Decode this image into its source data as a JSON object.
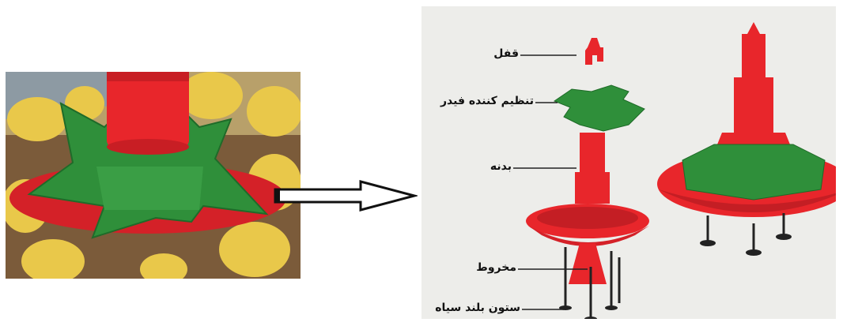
{
  "labels": {
    "lock": "قفل",
    "feeder_adjuster": "تنظیم کننده فیدر",
    "body": "بدنه",
    "cone": "مخروط",
    "black_leg": "ستون بلند سیاه"
  },
  "colors": {
    "red": "#e8262b",
    "green": "#2f8f3a",
    "panel_bg": "#ededea",
    "litter": "#8a6a45",
    "chick": "#e9c84a"
  }
}
